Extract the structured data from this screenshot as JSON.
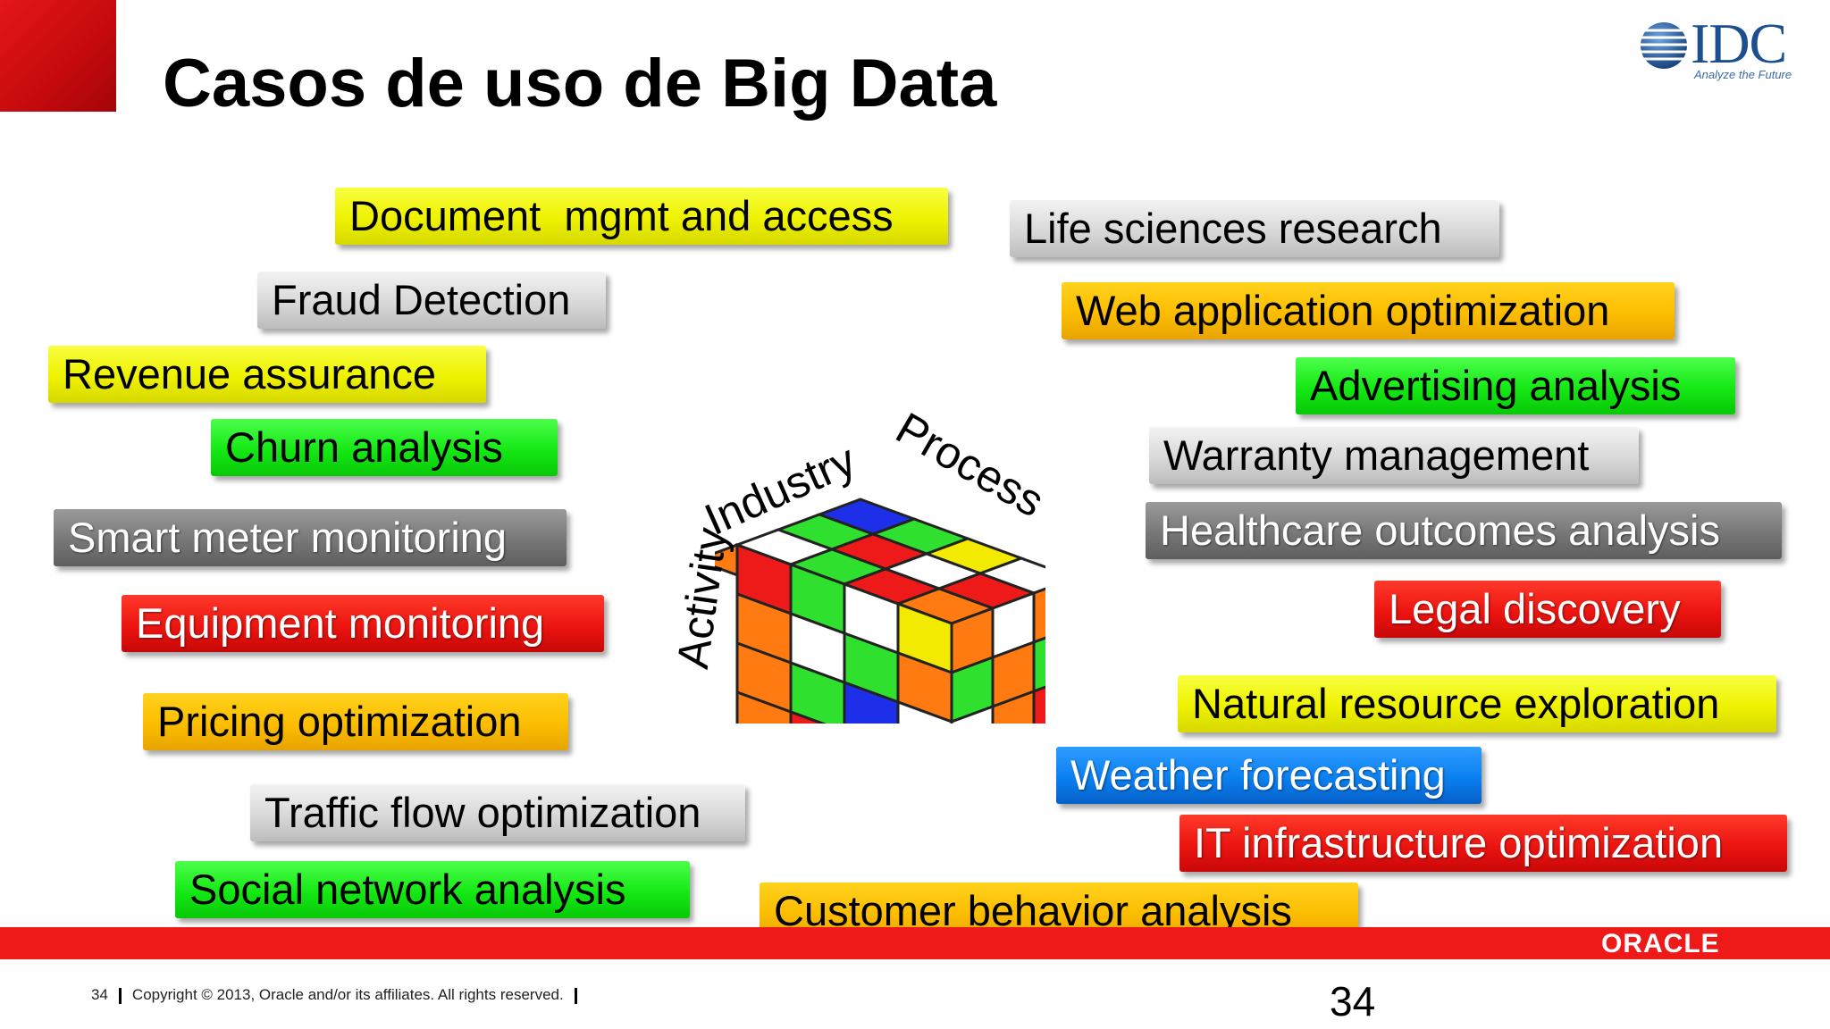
{
  "slide": {
    "title": "Casos de uso de Big Data",
    "page_number": "34",
    "footer": {
      "page": "34",
      "copyright": "Copyright © 2013, Oracle and/or its affiliates. All rights reserved."
    }
  },
  "idc_logo": {
    "name": "IDC",
    "tagline": "Analyze the Future"
  },
  "oracle_logo": "ORACLE",
  "cube": {
    "labels": {
      "activity": "Activity",
      "industry": "Industry",
      "process": "Process"
    }
  },
  "use_cases": {
    "document_mgmt": "Document  mgmt and access",
    "fraud_detection": "Fraud Detection",
    "revenue_assurance": "Revenue assurance",
    "churn_analysis": "Churn analysis",
    "smart_meter": "Smart meter monitoring",
    "equipment_monitoring": "Equipment monitoring",
    "pricing_optimization": "Pricing optimization",
    "traffic_flow": "Traffic flow optimization",
    "social_network": "Social network analysis",
    "customer_behavior": "Customer behavior analysis",
    "life_sciences": "Life sciences research",
    "web_app_optimization": "Web application optimization",
    "advertising_analysis": "Advertising analysis",
    "warranty_management": "Warranty management",
    "healthcare_outcomes": "Healthcare outcomes analysis",
    "legal_discovery": "Legal discovery",
    "natural_resource": "Natural resource exploration",
    "weather_forecasting": "Weather forecasting",
    "it_infrastructure": "IT infrastructure optimization"
  },
  "colors": {
    "brand_red": "#ee1a1a",
    "yellow": "#eef200",
    "gold": "#fcbd00",
    "green": "#14e814",
    "silver": "#d8d8d8",
    "grey": "#777777",
    "red": "#ec1410",
    "blue": "#0a80f0"
  }
}
